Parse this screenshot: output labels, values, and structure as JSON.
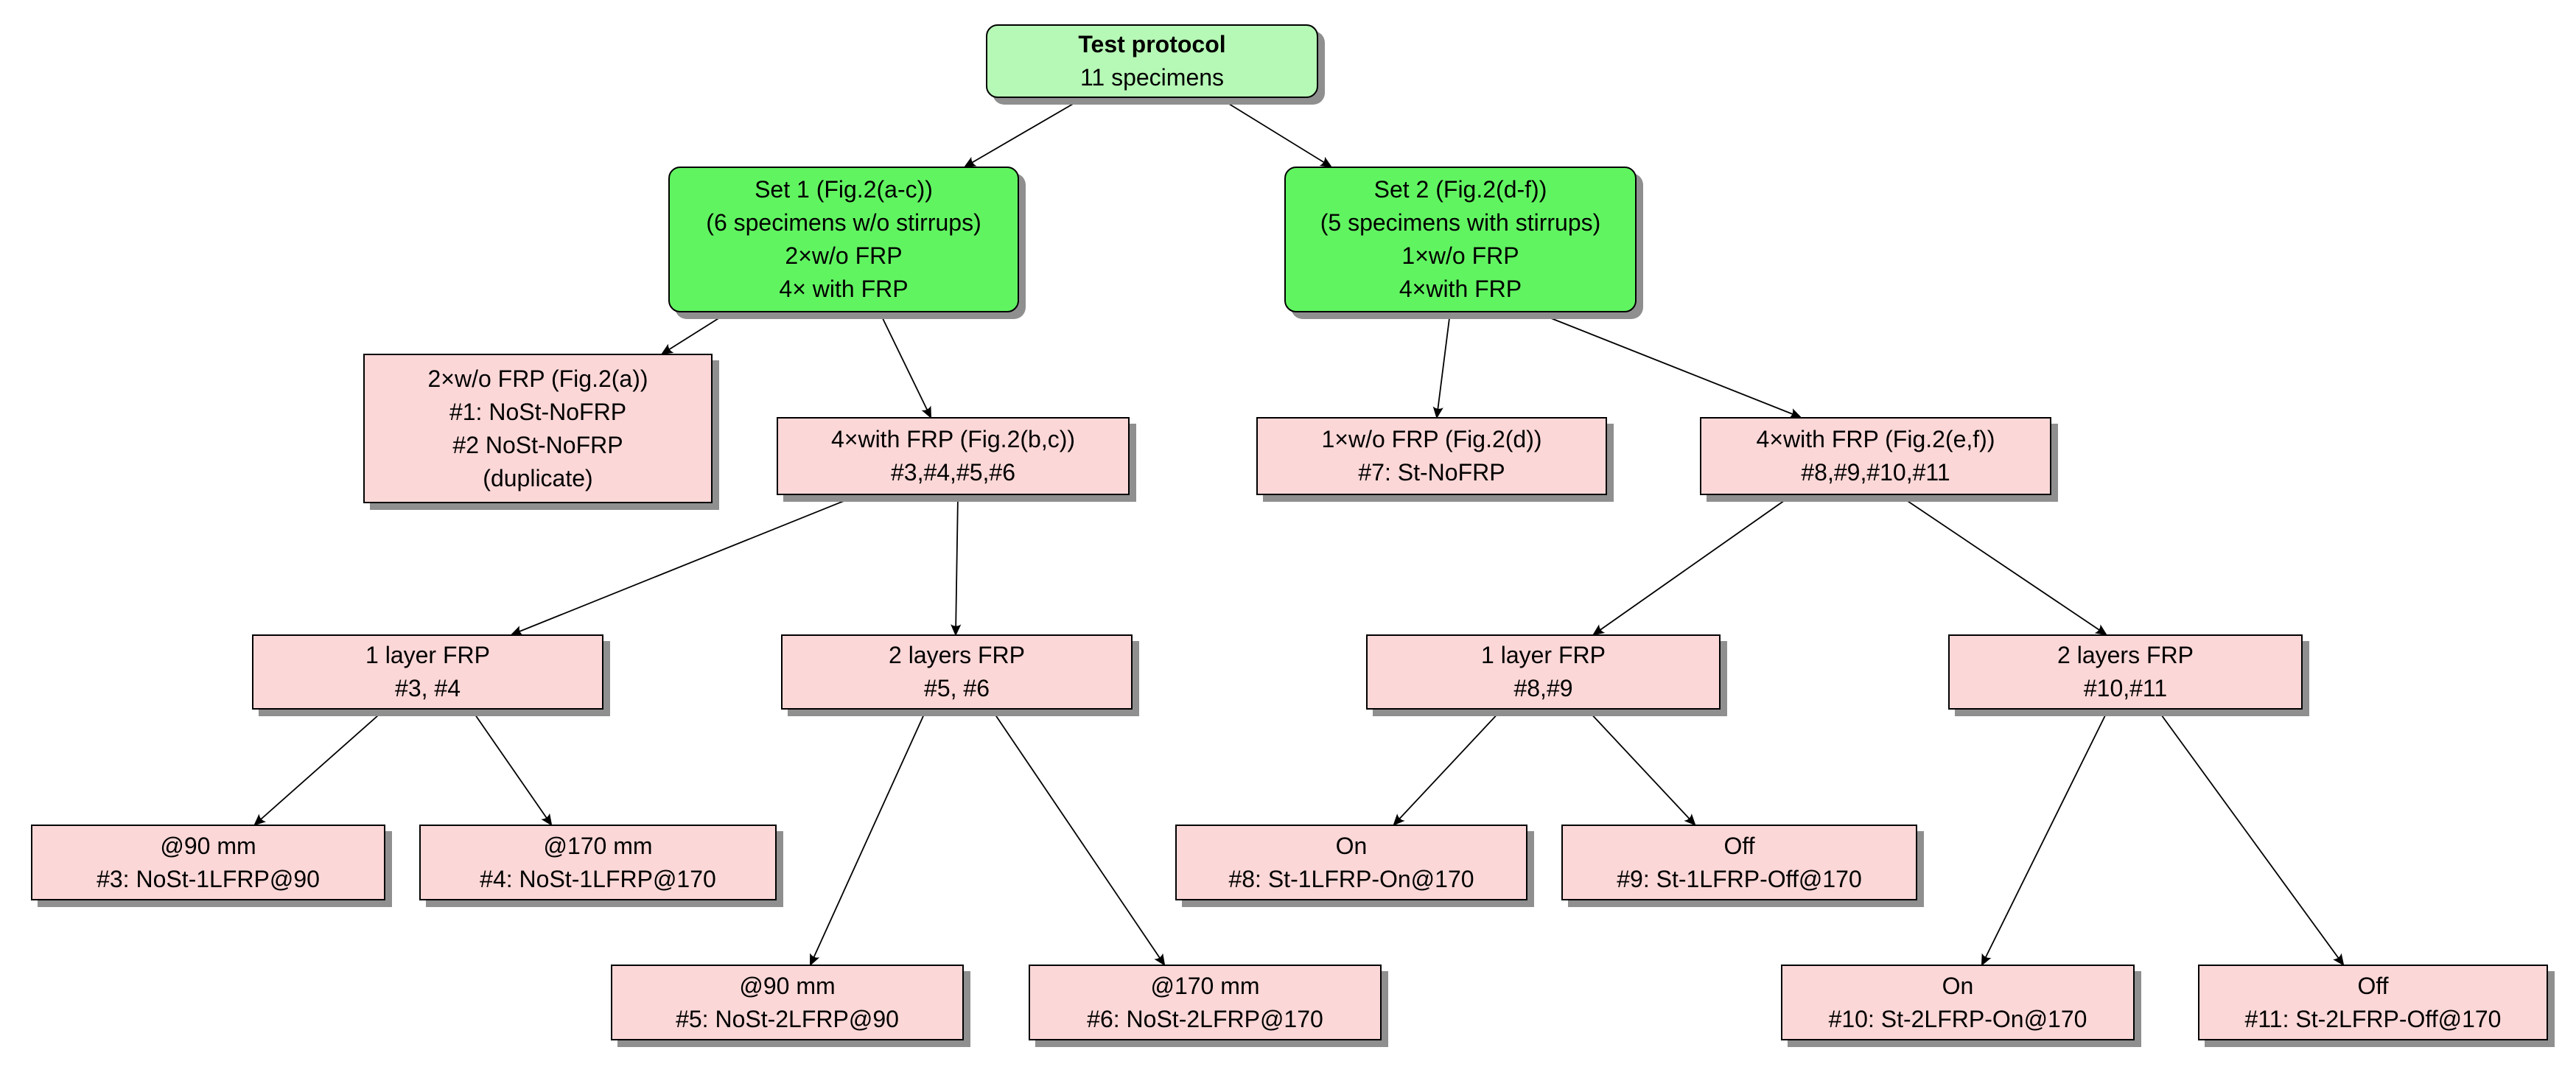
{
  "diagram": {
    "colors": {
      "root_fill": "#b6f8b6",
      "set_fill": "#61f461",
      "leaf_fill": "#fcd7d7",
      "border": "#000000",
      "edge": "#000000",
      "shadow": "#8f8f8f"
    },
    "nodes": {
      "root": {
        "lines": [
          "Test protocol",
          "11 specimens"
        ]
      },
      "set1": {
        "lines": [
          "Set 1 (Fig.2(a-c))",
          "(6 specimens w/o stirrups)",
          "2×w/o FRP",
          "4× with FRP"
        ]
      },
      "set2": {
        "lines": [
          "Set 2 (Fig.2(d-f))",
          "(5 specimens with stirrups)",
          "1×w/o FRP",
          "4×with FRP"
        ]
      },
      "set1_nofrp": {
        "lines": [
          "2×w/o FRP (Fig.2(a))",
          "#1: NoSt-NoFRP",
          "#2 NoSt-NoFRP",
          "(duplicate)"
        ]
      },
      "set1_frp": {
        "lines": [
          "4×with FRP (Fig.2(b,c))",
          "#3,#4,#5,#6"
        ]
      },
      "set2_nofrp": {
        "lines": [
          "1×w/o FRP (Fig.2(d))",
          "#7: St-NoFRP"
        ]
      },
      "set2_frp": {
        "lines": [
          "4×with FRP (Fig.2(e,f))",
          "#8,#9,#10,#11"
        ]
      },
      "layer1_left": {
        "lines": [
          "1 layer FRP",
          "#3, #4"
        ]
      },
      "layers2_left": {
        "lines": [
          "2 layers FRP",
          "#5, #6"
        ]
      },
      "layer1_right": {
        "lines": [
          "1 layer FRP",
          "#8,#9"
        ]
      },
      "layers2_right": {
        "lines": [
          "2 layers FRP",
          "#10,#11"
        ]
      },
      "spec3": {
        "lines": [
          "@90 mm",
          "#3: NoSt-1LFRP@90"
        ]
      },
      "spec4": {
        "lines": [
          "@170 mm",
          "#4: NoSt-1LFRP@170"
        ]
      },
      "spec5": {
        "lines": [
          "@90 mm",
          "#5: NoSt-2LFRP@90"
        ]
      },
      "spec6": {
        "lines": [
          "@170 mm",
          "#6: NoSt-2LFRP@170"
        ]
      },
      "spec8": {
        "lines": [
          "On",
          "#8: St-1LFRP-On@170"
        ]
      },
      "spec9": {
        "lines": [
          "Off",
          "#9: St-1LFRP-Off@170"
        ]
      },
      "spec10": {
        "lines": [
          "On",
          "#10: St-2LFRP-On@170"
        ]
      },
      "spec11": {
        "lines": [
          "Off",
          "#11: St-2LFRP-Off@170"
        ]
      }
    },
    "edges": [
      {
        "from": "root",
        "to": "set1"
      },
      {
        "from": "root",
        "to": "set2"
      },
      {
        "from": "set1",
        "to": "set1_nofrp"
      },
      {
        "from": "set1",
        "to": "set1_frp"
      },
      {
        "from": "set2",
        "to": "set2_nofrp"
      },
      {
        "from": "set2",
        "to": "set2_frp"
      },
      {
        "from": "set1_frp",
        "to": "layer1_left"
      },
      {
        "from": "set1_frp",
        "to": "layers2_left"
      },
      {
        "from": "set2_frp",
        "to": "layer1_right"
      },
      {
        "from": "set2_frp",
        "to": "layers2_right"
      },
      {
        "from": "layer1_left",
        "to": "spec3"
      },
      {
        "from": "layer1_left",
        "to": "spec4"
      },
      {
        "from": "layers2_left",
        "to": "spec5"
      },
      {
        "from": "layers2_left",
        "to": "spec6"
      },
      {
        "from": "layer1_right",
        "to": "spec8"
      },
      {
        "from": "layer1_right",
        "to": "spec9"
      },
      {
        "from": "layers2_right",
        "to": "spec10"
      },
      {
        "from": "layers2_right",
        "to": "spec11"
      }
    ]
  }
}
